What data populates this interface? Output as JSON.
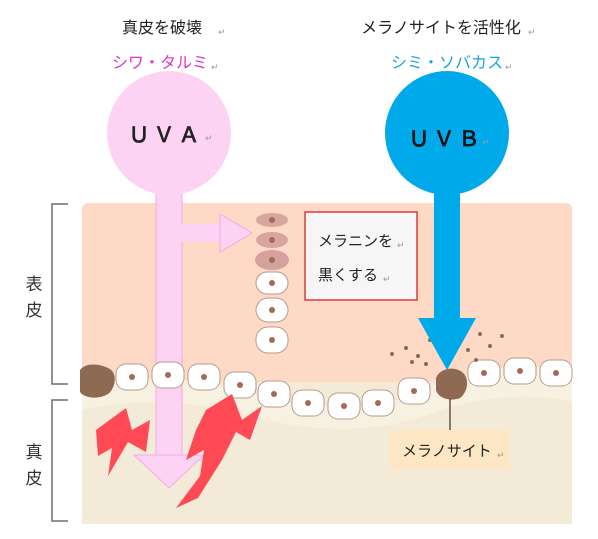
{
  "uva": {
    "title": "真皮を破壊",
    "effect": "シワ・タルミ",
    "label": "ＵＶＡ"
  },
  "uvb": {
    "title": "メラノサイトを活性化",
    "effect": "シミ・ソバカス",
    "label": "ＵＶＢ"
  },
  "layers": {
    "epidermis": "表皮",
    "dermis": "真皮"
  },
  "melanin_callout": {
    "line1": "メラニンを",
    "line2": "黒くする"
  },
  "melanocyte_label": "メラノサイト",
  "colors": {
    "uva_magenta_text": "#e033c8",
    "uvb_cyan_text": "#1aa3dc",
    "uva_pink": "#fdd3f4",
    "uvb_blue": "#00a9ea",
    "epidermis": "#fdd9c6",
    "dermis": "#f3ebd8",
    "lightning": "#ff4a55",
    "melanocyte": "#8f6a52",
    "callout_border": "#e03b3b"
  }
}
